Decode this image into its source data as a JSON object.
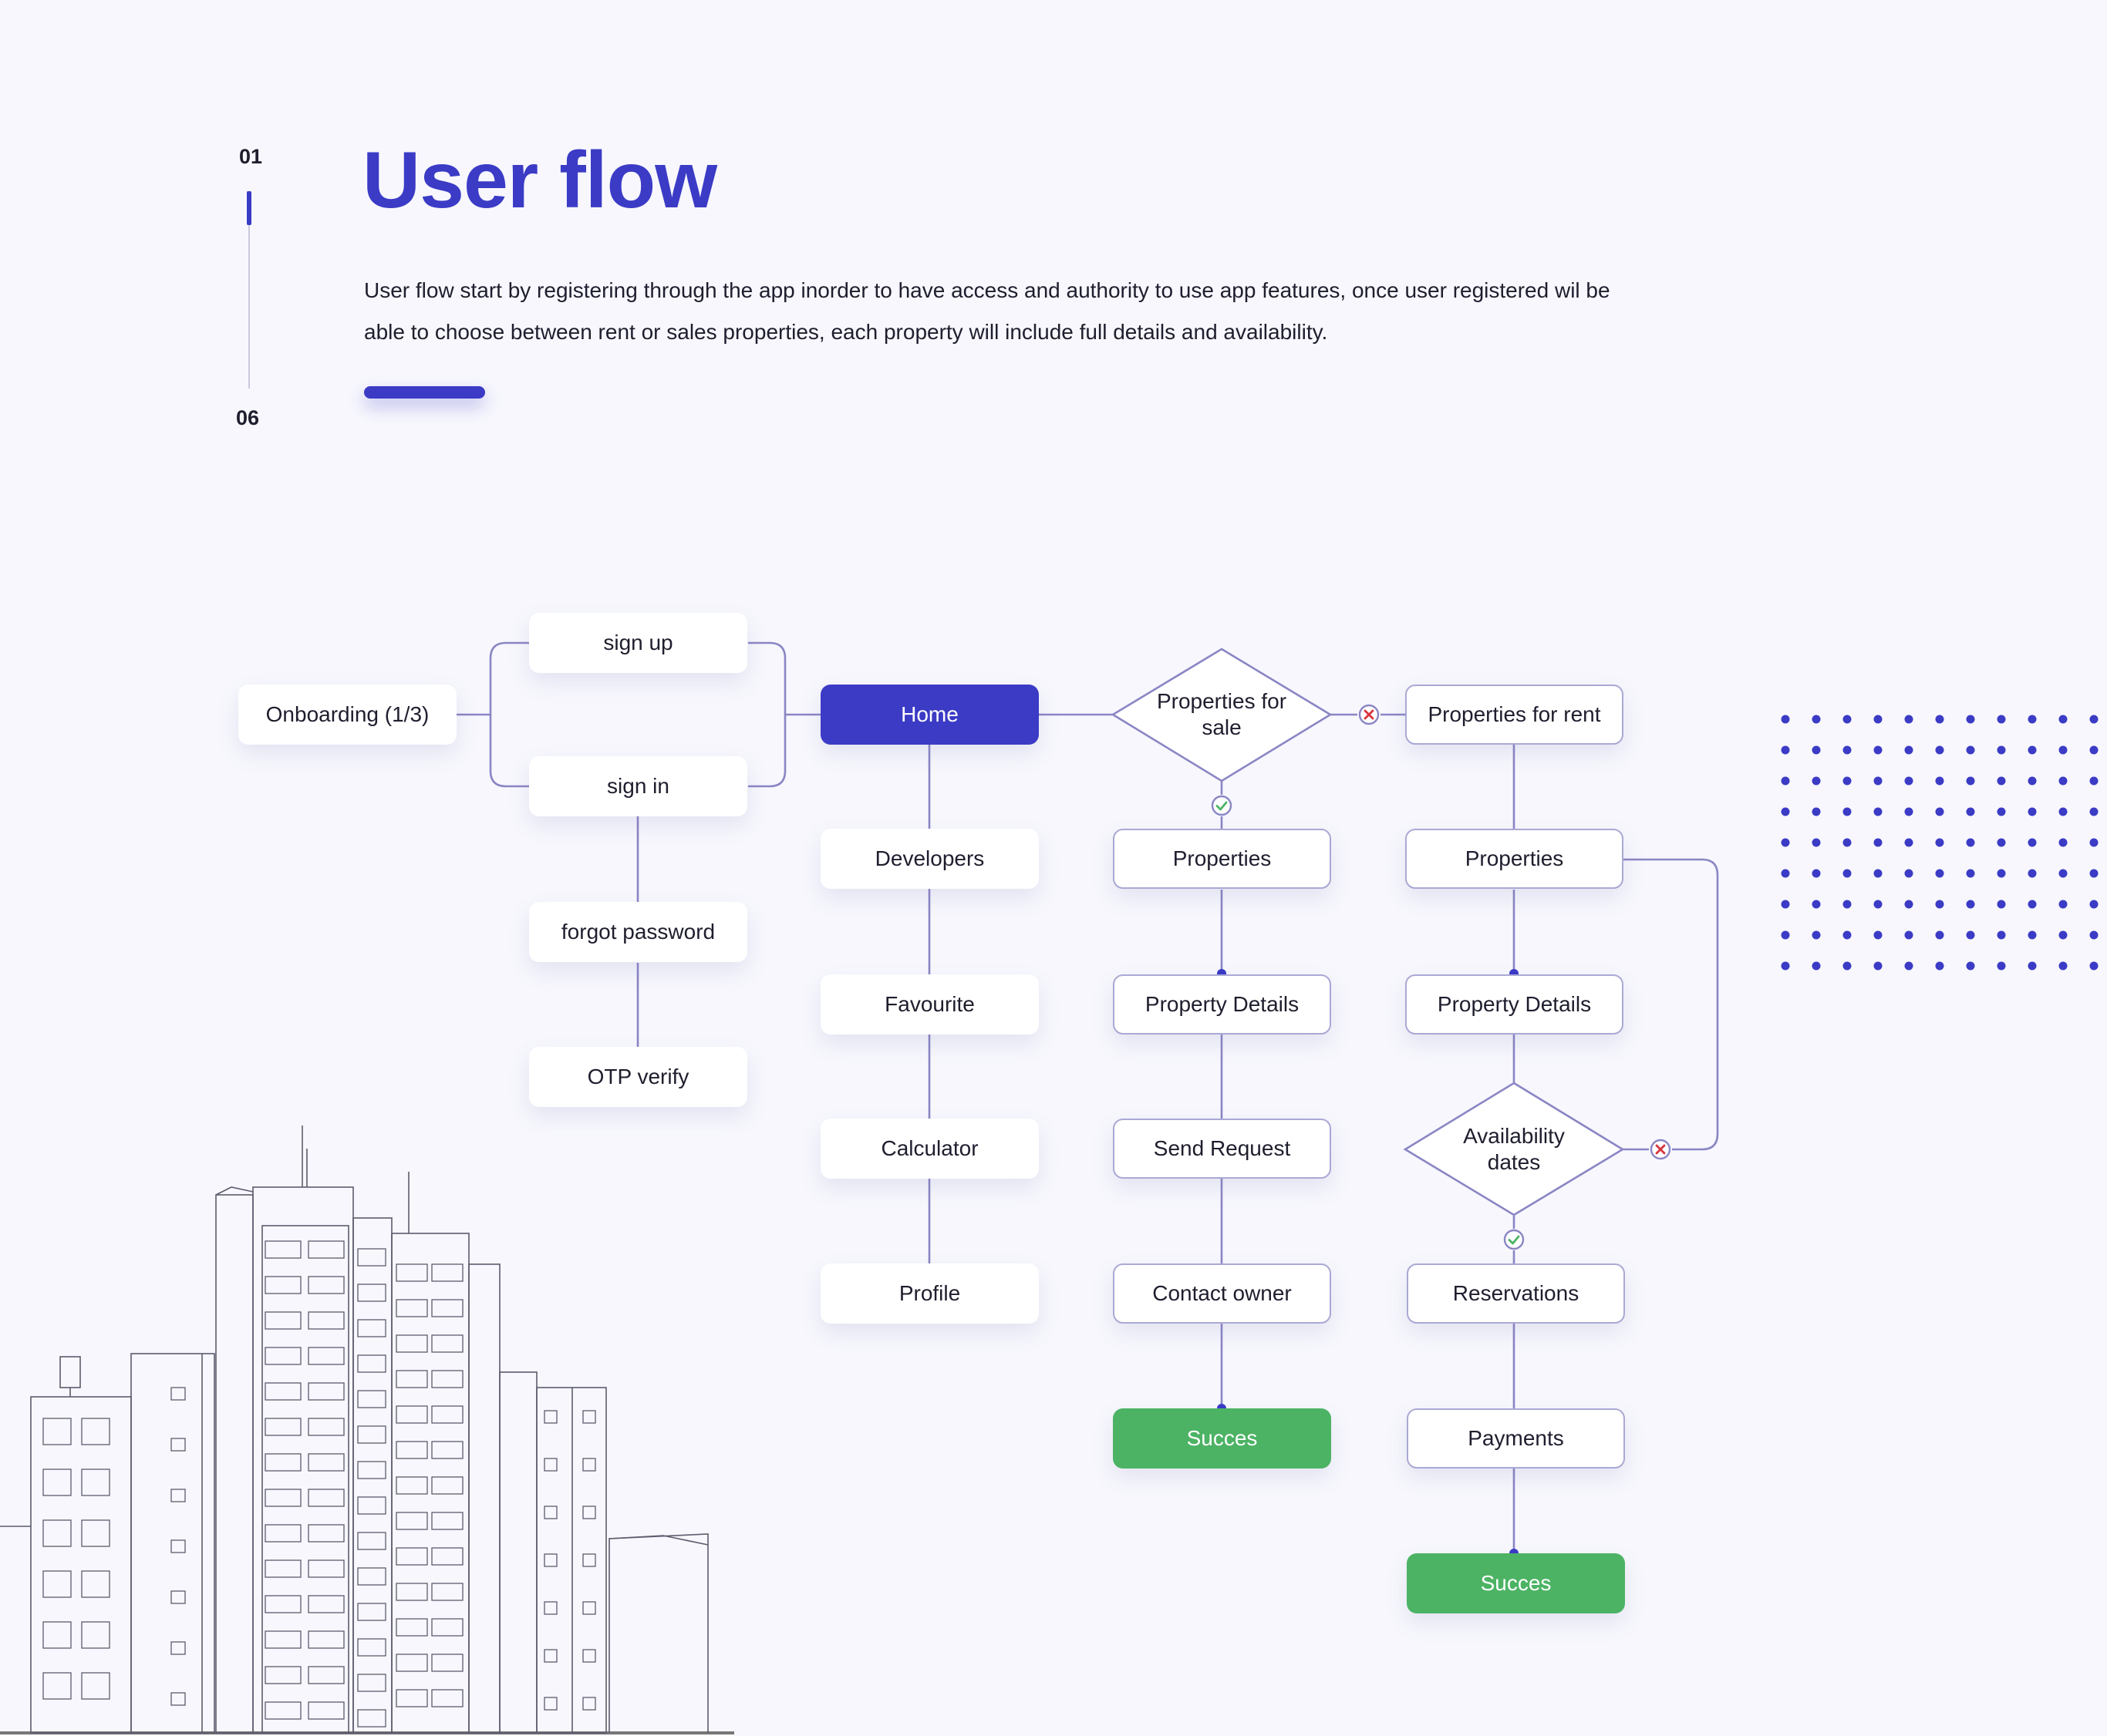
{
  "header": {
    "index_start": "01",
    "index_end": "06",
    "progress": 0.17,
    "title": "User flow",
    "description": "User flow start by registering through the app inorder to have access and authority to use app features, once user registered wil be able to choose between rent or sales properties, each property will include full details and availability."
  },
  "flow": {
    "onboarding": "Onboarding (1/3)",
    "sign_up": "sign up",
    "sign_in": "sign in",
    "forgot_password": "forgot password",
    "otp_verify": "OTP verify",
    "home": "Home",
    "developers": "Developers",
    "favourite": "Favourite",
    "calculator": "Calculator",
    "profile": "Profile",
    "properties_for_sale": "Properties for sale",
    "sale_properties": "Properties",
    "sale_property_details": "Property Details",
    "send_request": "Send Request",
    "contact_owner": "Contact owner",
    "sale_success": "Succes",
    "properties_for_rent": "Properties for rent",
    "rent_properties": "Properties",
    "rent_property_details": "Property Details",
    "availability_dates": "Availability dates",
    "reservations": "Reservations",
    "payments": "Payments",
    "rent_success": "Succes"
  },
  "colors": {
    "accent": "#3b3bc6",
    "success": "#4cb364",
    "connector": "#8a86c4",
    "reject": "#d9343d",
    "approve": "#4cb364"
  },
  "icons": {
    "reject": "x-circle-icon",
    "approve": "check-circle-icon"
  }
}
